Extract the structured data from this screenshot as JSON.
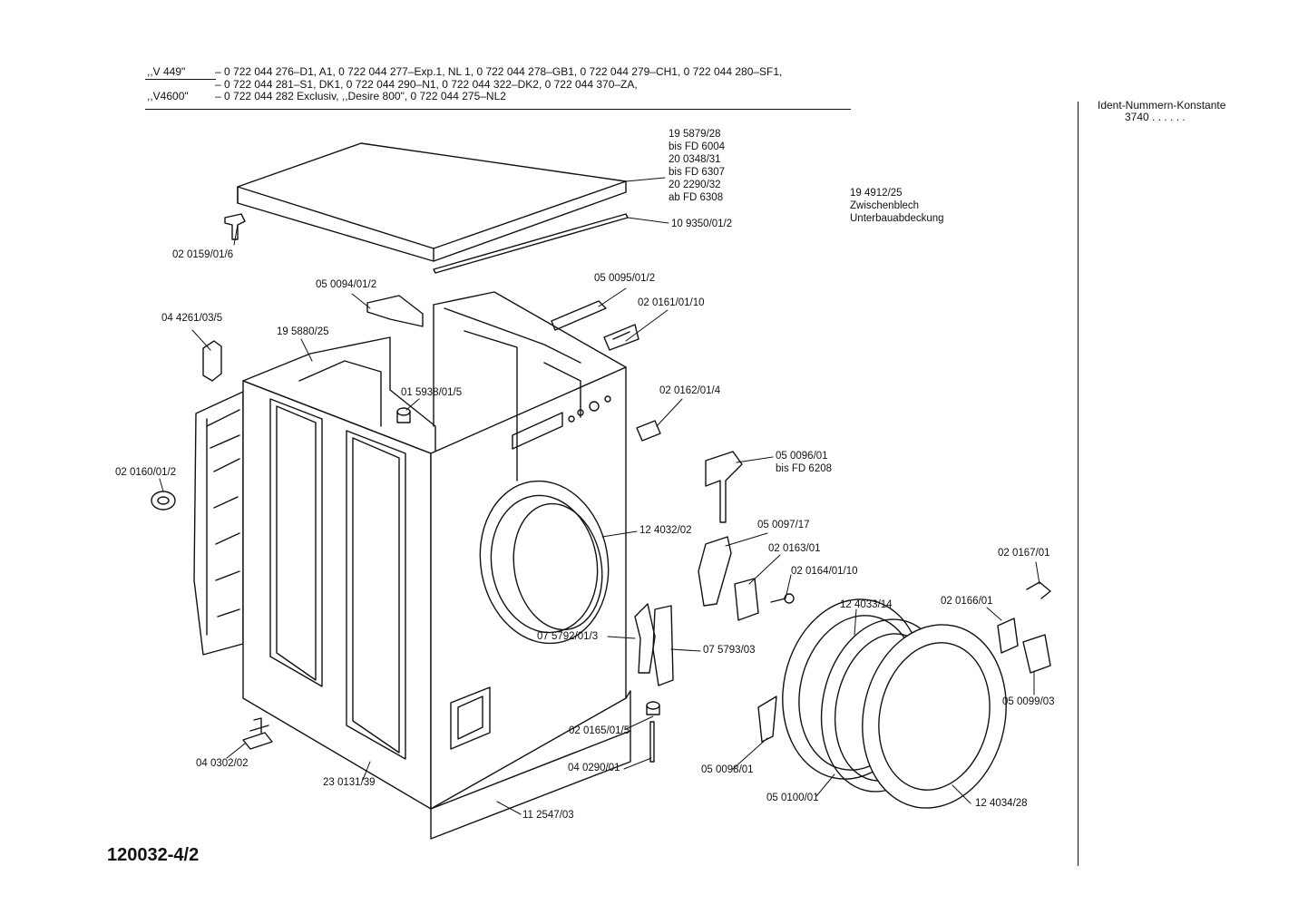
{
  "header": {
    "row1_model": ",,V 449\"",
    "row1_text": "– 0 722 044 276–D1, A1, 0 722 044 277–Exp.1, NL 1, 0 722 044 278–GB1, 0 722 044 279–CH1, 0 722 044 280–SF1,",
    "row2_text": "– 0 722 044 281–S1, DK1, 0 722 044 290–N1, 0 722 044 322–DK2, 0 722 044 370–ZA,",
    "row3_model": ",,V4600\"",
    "row3_text": "– 0 722 044 282 Exclusiv, ,,Desire 800\", 0 722 044 275–NL2"
  },
  "ident": {
    "title": "Ident-Nummern-Konstante",
    "value": "3740  . .   . . . ."
  },
  "doc_number": "120032-4/2",
  "parts": {
    "top_cover": [
      "19 5879/28",
      "bis FD 6004",
      "20 0348/31",
      "bis FD 6307",
      "20 2290/32",
      "ab FD 6308"
    ],
    "intermediate_sheet": [
      "19 4912/25",
      "Zwischenblech",
      "Unterbauabdeckung"
    ],
    "strip": "10 9350/01/2",
    "bracket_top_left": "02 0159/01/6",
    "p050094": "05 0094/01/2",
    "p050095": "05 0095/01/2",
    "p020161": "02 0161/01/10",
    "p044261": "04 4261/03/5",
    "p195880": "19 5880/25",
    "p015938": "01 5938/01/5",
    "p020162": "02 0162/01/4",
    "p050096": [
      "05 0096/01",
      "bis FD 6208"
    ],
    "p020160": "02 0160/01/2",
    "p124032": "12 4032/02",
    "p050097": "05 0097/17",
    "p020163": "02 0163/01",
    "p020164": "02 0164/01/10",
    "p020167": "02 0167/01",
    "p124033": "12 4033/14",
    "p020166": "02 0166/01",
    "p075792": "07 5792/01/3",
    "p075793": "07 5793/03",
    "p050099": "05 0099/03",
    "p040302": "04 0302/02",
    "p020165": "02 0165/01/5",
    "p040290": "04 0290/01",
    "p050098": "05 0098/01",
    "p230131": "23 0131/39",
    "p112547": "11 2547/03",
    "p050100": "05 0100/01",
    "p124034": "12 4034/28"
  }
}
